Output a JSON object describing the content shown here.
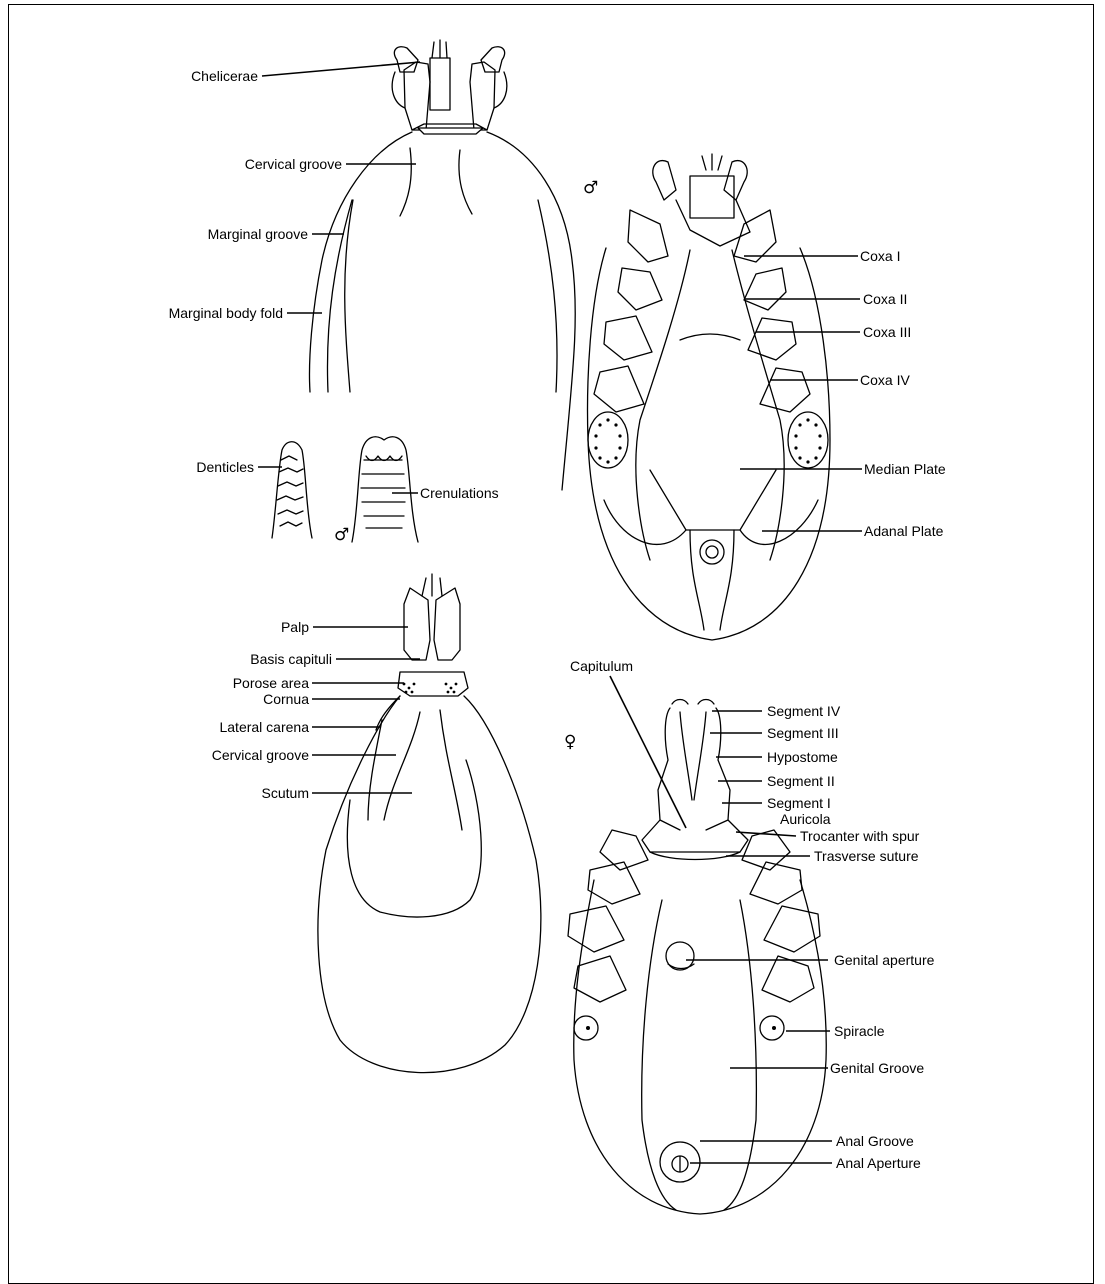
{
  "labels": {
    "chelicerae": "Chelicerae",
    "cervical_groove_top": "Cervical groove",
    "marginal_groove": "Marginal groove",
    "marginal_body_fold": "Marginal body fold",
    "denticles": "Denticles",
    "crenulations": "Crenulations",
    "male_symbol_small": "♂",
    "male_symbol_ventral": "♂",
    "female_symbol": "♀",
    "coxa_1": "Coxa I",
    "coxa_2": "Coxa II",
    "coxa_3": "Coxa III",
    "coxa_4": "Coxa IV",
    "median_plate": "Median Plate",
    "adanal_plate": "Adanal Plate",
    "palp": "Palp",
    "basis_capituli": "Basis capituli",
    "porose_area": "Porose area",
    "cornua": "Cornua",
    "lateral_carena": "Lateral carena",
    "cervical_groove_bottom": "Cervical groove",
    "scutum": "Scutum",
    "capitulum": "Capitulum",
    "segment_4": "Segment IV",
    "segment_3": "Segment III",
    "hypostome": "Hypostome",
    "segment_2": "Segment II",
    "segment_1": "Segment I",
    "auricola": "Auricola",
    "trocanter": "Trocanter with spur",
    "trasverse_suture": "Trasverse suture",
    "genital_aperture": "Genital aperture",
    "spiracle": "Spiracle",
    "genital_groove": "Genital Groove",
    "anal_groove": "Anal Groove",
    "anal_aperture": "Anal Aperture"
  }
}
